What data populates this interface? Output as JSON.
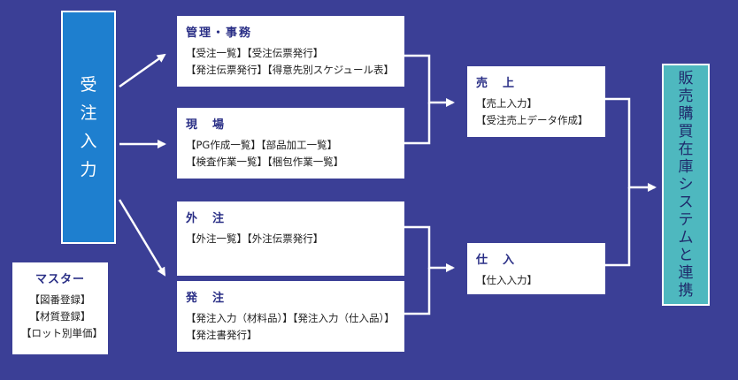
{
  "order_entry": {
    "label": "受注入力"
  },
  "admin": {
    "title": "管理・事務",
    "lines": [
      "【受注一覧】【受注伝票発行】",
      "【発注伝票発行】【得意先別スケジュール表】"
    ]
  },
  "field": {
    "title": "現　場",
    "lines": [
      "【PG作成一覧】【部品加工一覧】",
      "【検査作業一覧】【梱包作業一覧】"
    ]
  },
  "outsourcing": {
    "title": "外　注",
    "lines": [
      "【外注一覧】【外注伝票発行】"
    ]
  },
  "ordering": {
    "title": "発　注",
    "lines": [
      "【発注入力（材料品）】【発注入力（仕入品）】",
      "【発注書発行】"
    ]
  },
  "sales": {
    "title": "売　上",
    "lines": [
      "【売上入力】",
      "【受注売上データ作成】"
    ]
  },
  "purchase": {
    "title": "仕　入",
    "lines": [
      "【仕入入力】"
    ]
  },
  "master": {
    "title": "マスター",
    "lines": [
      "【図番登録】",
      "【材質登録】",
      "【ロット別単価】"
    ]
  },
  "integration": {
    "label": "販売購買在庫システムと連携"
  }
}
